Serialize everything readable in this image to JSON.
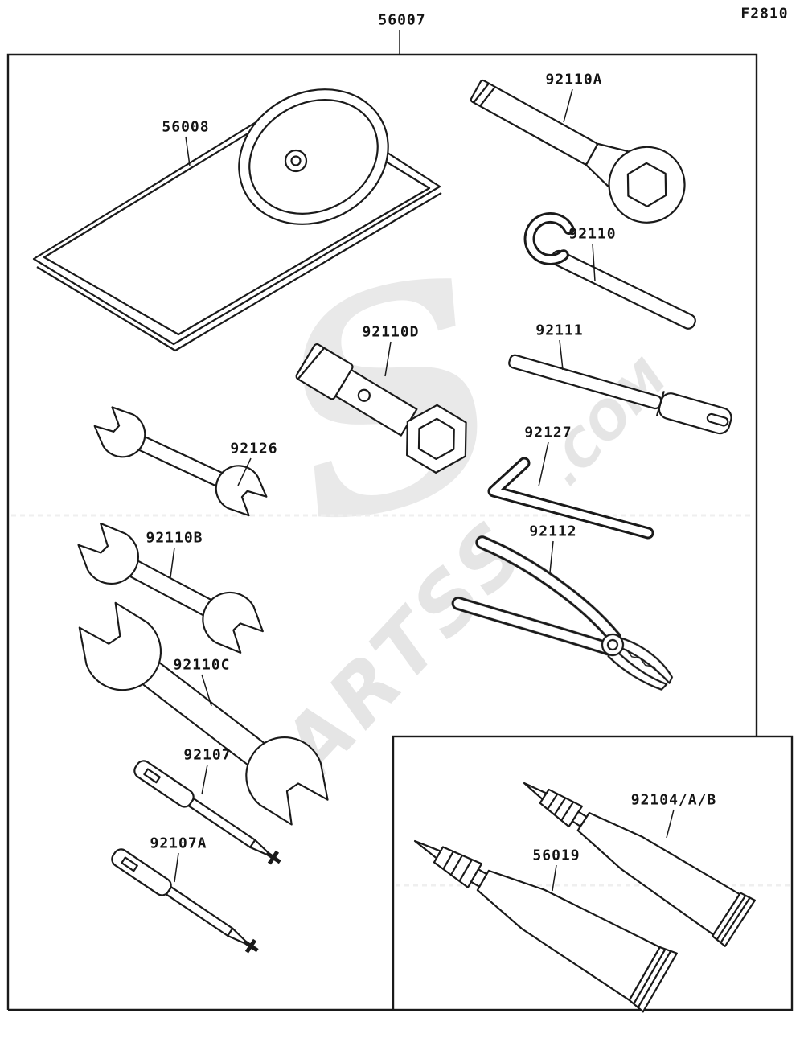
{
  "header": {
    "drawing_number": "56007",
    "figure_code": "F2810"
  },
  "watermark": {
    "brand": "PARTSS",
    "tld": ".COM",
    "mark": "S"
  },
  "diagram": {
    "title_part": "56007",
    "parts": [
      {
        "id": "56008",
        "label": "56008",
        "name": "tool-pouch"
      },
      {
        "id": "92110A",
        "label": "92110A",
        "name": "box-end-wrench"
      },
      {
        "id": "92110",
        "label": "92110",
        "name": "hook-spanner-wrench"
      },
      {
        "id": "92110D",
        "label": "92110D",
        "name": "spark-plug-wrench"
      },
      {
        "id": "92111",
        "label": "92111",
        "name": "driver-bar"
      },
      {
        "id": "92126",
        "label": "92126",
        "name": "open-end-wrench-small"
      },
      {
        "id": "92127",
        "label": "92127",
        "name": "hex-key"
      },
      {
        "id": "92110B",
        "label": "92110B",
        "name": "open-end-wrench-medium"
      },
      {
        "id": "92112",
        "label": "92112",
        "name": "pliers"
      },
      {
        "id": "92110C",
        "label": "92110C",
        "name": "open-end-wrench-large"
      },
      {
        "id": "92107",
        "label": "92107",
        "name": "screwdriver"
      },
      {
        "id": "92107A",
        "label": "92107A",
        "name": "screwdriver-a"
      },
      {
        "id": "56019",
        "label": "56019",
        "name": "tube-56019"
      },
      {
        "id": "92104/A/B",
        "label": "92104/A/B",
        "name": "tube-92104"
      }
    ]
  }
}
